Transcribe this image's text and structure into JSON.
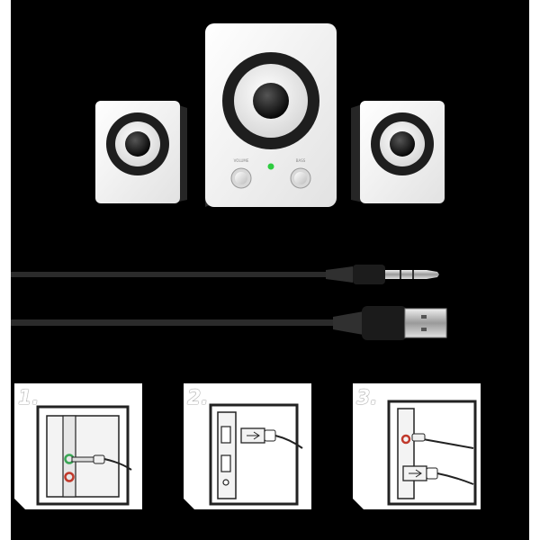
{
  "colors": {
    "background": "#000000",
    "speaker_body": "#f4f4f4",
    "speaker_side": "#222222",
    "driver_ring": "#1e1e1e",
    "power_led": "#2ecc40",
    "audio_port_green": "#3aa655",
    "mic_port_red": "#c0392b"
  },
  "product": {
    "center_unit": {
      "knob_labels": [
        "VOLUME",
        "BASS"
      ]
    }
  },
  "steps": [
    {
      "number": "1.",
      "illustration": "audio-jack-into-port"
    },
    {
      "number": "2.",
      "illustration": "usb-plug-into-port"
    },
    {
      "number": "3.",
      "illustration": "both-connectors-inserted"
    }
  ]
}
